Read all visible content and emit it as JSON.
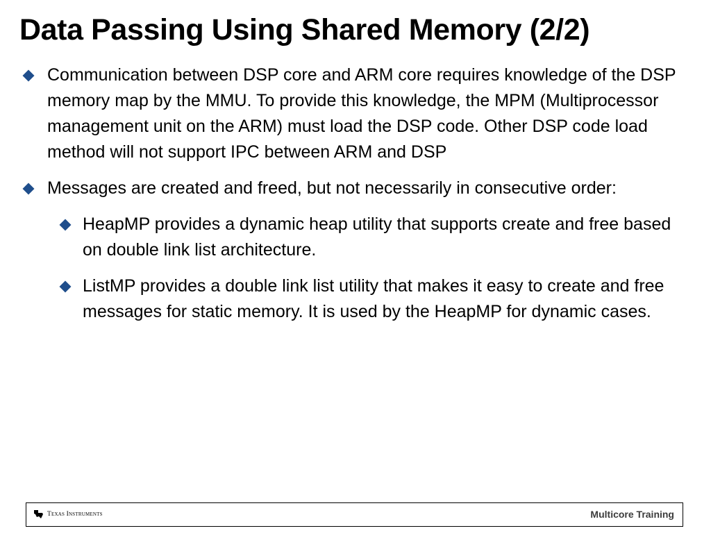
{
  "slide": {
    "title": "Data Passing Using Shared Memory (2/2)"
  },
  "bullets": [
    {
      "level": 1,
      "text": "Communication between DSP core and ARM core requires knowledge of the DSP memory map by the MMU. To provide this knowledge, the MPM (Multiprocessor management unit on the ARM) must load the DSP code. Other DSP code load method will not support IPC between ARM and DSP"
    },
    {
      "level": 1,
      "text": "Messages are created and freed, but not necessarily in consecutive order:"
    },
    {
      "level": 2,
      "text": "HeapMP provides a dynamic heap utility that supports create and free based on double link list architecture."
    },
    {
      "level": 2,
      "text": "ListMP provides a double link list utility that makes it easy to create and free messages for static memory. It is used by the HeapMP for dynamic cases."
    }
  ],
  "footer": {
    "logo_text": "Texas Instruments",
    "logo_icon": "texas-state-icon",
    "label": "Multicore Training"
  },
  "colors": {
    "bullet": "#1f4e8c",
    "footer_text": "#3c3c3c"
  }
}
